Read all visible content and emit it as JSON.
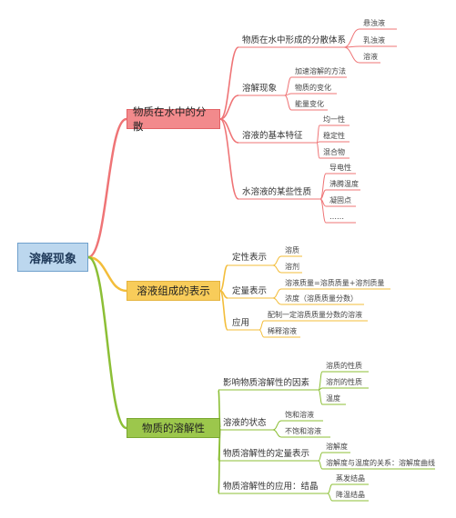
{
  "root": {
    "label": "溶解现象"
  },
  "branches": [
    {
      "label": "物质在水中的分散",
      "color": "#ef7476",
      "children": [
        {
          "label": "物质在水中形成的分散体系",
          "leaves": [
            "悬浊液",
            "乳浊液",
            "溶液"
          ]
        },
        {
          "label": "溶解现象",
          "leaves": [
            "加速溶解的方法",
            "物质的变化",
            "能量变化"
          ]
        },
        {
          "label": "溶液的基本特征",
          "leaves": [
            "均一性",
            "稳定性",
            "混合物"
          ]
        },
        {
          "label": "水溶液的某些性质",
          "leaves": [
            "导电性",
            "沸腾温度",
            "凝固点",
            "……"
          ]
        }
      ]
    },
    {
      "label": "溶液组成的表示",
      "color": "#f3bd3a",
      "children": [
        {
          "label": "定性表示",
          "leaves": [
            "溶质",
            "溶剂"
          ]
        },
        {
          "label": "定量表示",
          "leaves": [
            "溶液质量=溶质质量+溶剂质量",
            "浓度（溶质质量分数）"
          ]
        },
        {
          "label": "应用",
          "leaves": [
            "配制一定溶质质量分数的溶液",
            "稀释溶液"
          ]
        }
      ]
    },
    {
      "label": "物质的溶解性",
      "color": "#8cbf36",
      "children": [
        {
          "label": "影响物质溶解性的因素",
          "leaves": [
            "溶质的性质",
            "溶剂的性质",
            "温度"
          ]
        },
        {
          "label": "溶液的状态",
          "leaves": [
            "饱和溶液",
            "不饱和溶液"
          ]
        },
        {
          "label": "物质溶解性的定量表示",
          "leaves": [
            "溶解度",
            "溶解度与温度的关系：溶解度曲线"
          ]
        },
        {
          "label": "物质溶解性的应用：结晶",
          "leaves": [
            "蒸发结晶",
            "降温结晶"
          ]
        }
      ]
    }
  ]
}
